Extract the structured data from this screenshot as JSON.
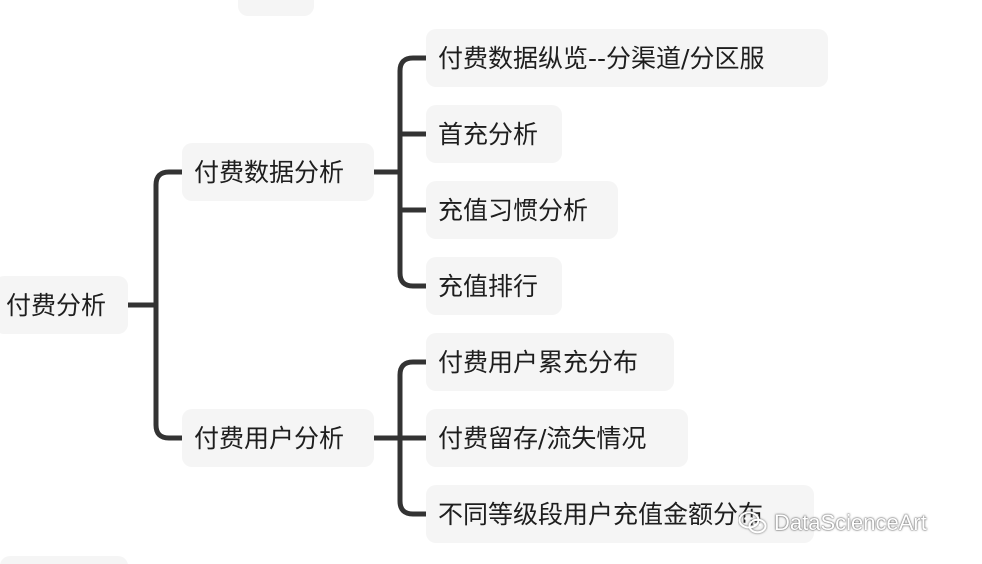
{
  "root": {
    "label": "付费分析"
  },
  "branches": [
    {
      "label": "付费数据分析",
      "children": [
        {
          "label": "付费数据纵览--分渠道/分区服"
        },
        {
          "label": "首充分析"
        },
        {
          "label": "充值习惯分析"
        },
        {
          "label": "充值排行"
        }
      ]
    },
    {
      "label": "付费用户分析",
      "children": [
        {
          "label": "付费用户累充分布"
        },
        {
          "label": "付费留存/流失情况"
        },
        {
          "label": "不同等级段用户充值金额分布"
        }
      ]
    }
  ],
  "watermark": {
    "text": "DataScienceArt",
    "icon": "wechat-icon"
  },
  "colors": {
    "line": "#333333",
    "node_bg": "#f5f5f5",
    "text": "#1e1e1e"
  }
}
